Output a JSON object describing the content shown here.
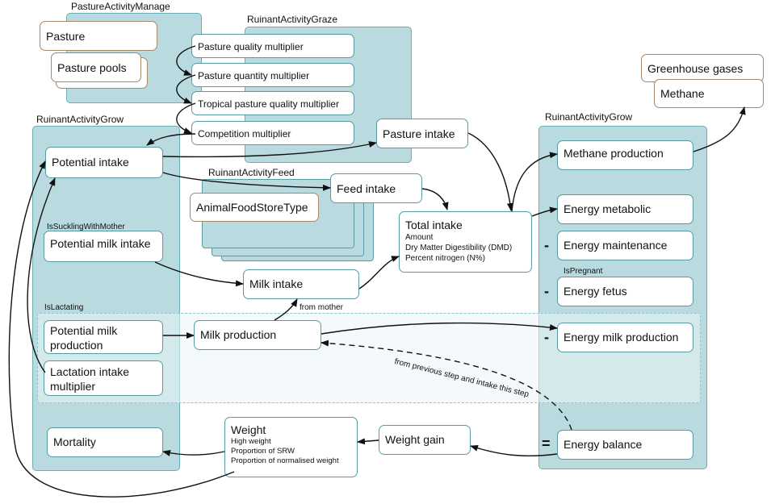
{
  "panels": {
    "pasture_activity_manage": "PastureActivityManage",
    "ruinant_activity_graze": "RuinantActivityGraze",
    "ruinant_activity_grow_left": "RuinantActivityGrow",
    "ruinant_activity_feed": "RuinantActivityFeed",
    "ruinant_activity_grow_right": "RuinantActivityGrow"
  },
  "labels": {
    "is_suckling_with_mother": "IsSucklingWithMother",
    "is_lactating": "IsLactating",
    "is_pregnant": "IsPregnant"
  },
  "nodes": {
    "pasture": "Pasture",
    "pasture_pools": "Pasture pools",
    "pasture_quality_multiplier": "Pasture quality multiplier",
    "pasture_quantity_multiplier": "Pasture quantity multiplier",
    "tropical_pasture_quality_multiplier": "Tropical pasture quality multiplier",
    "competition_multiplier": "Competition multiplier",
    "pasture_intake": "Pasture intake",
    "greenhouse_gases": "Greenhouse gases",
    "methane": "Methane",
    "potential_intake": "Potential intake",
    "feed_intake": "Feed intake",
    "animal_food_store_type": "AnimalFoodStoreType",
    "total_intake": {
      "title": "Total intake",
      "lines": [
        "Amount",
        "Dry Matter Digestibility (DMD)",
        "Percent nitrogen (N%)"
      ]
    },
    "potential_milk_intake": "Potential milk intake",
    "milk_intake": "Milk intake",
    "potential_milk_production": [
      "Potential milk",
      "production"
    ],
    "milk_production": "Milk production",
    "lactation_intake_multiplier": [
      "Lactation intake",
      "multiplier"
    ],
    "mortality": "Mortality",
    "weight": {
      "title": "Weight",
      "lines": [
        "High weight",
        "Proportion of SRW",
        "Proportion of normalised weight"
      ]
    },
    "weight_gain": "Weight gain",
    "methane_production": "Methane production",
    "energy_metabolic": "Energy metabolic",
    "energy_maintenance": "Energy maintenance",
    "energy_fetus": "Energy fetus",
    "energy_milk_production": "Energy milk production",
    "energy_balance": "Energy balance"
  },
  "operators": {
    "minus_maintenance": "-",
    "minus_fetus": "-",
    "minus_milk": "-",
    "equals_balance": "="
  },
  "annotations": {
    "from_mother": "from mother",
    "from_previous_step": "from previous step and intake this step"
  },
  "colors": {
    "panel_fill": "#b9dade",
    "panel_border": "#6aaeb6",
    "box_border": "#5a9aa3",
    "resource_border": "#a58867"
  }
}
